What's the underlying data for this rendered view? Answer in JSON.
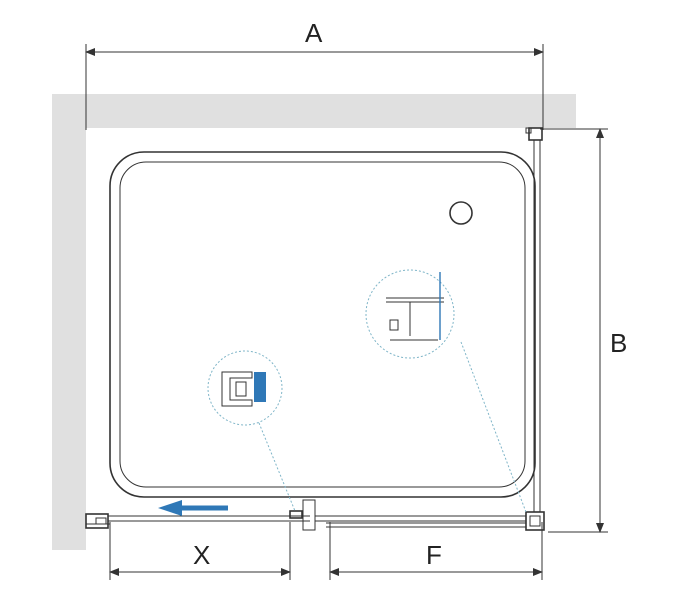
{
  "labels": {
    "a": "A",
    "b": "B",
    "x": "X",
    "f": "F"
  },
  "colors": {
    "wall": "#e0e0e0",
    "accent": "#2f78b7",
    "callout": "#7fb5c8"
  },
  "icons": {
    "arrow": "arrow-left-icon",
    "drain": "drain-circle-icon"
  }
}
